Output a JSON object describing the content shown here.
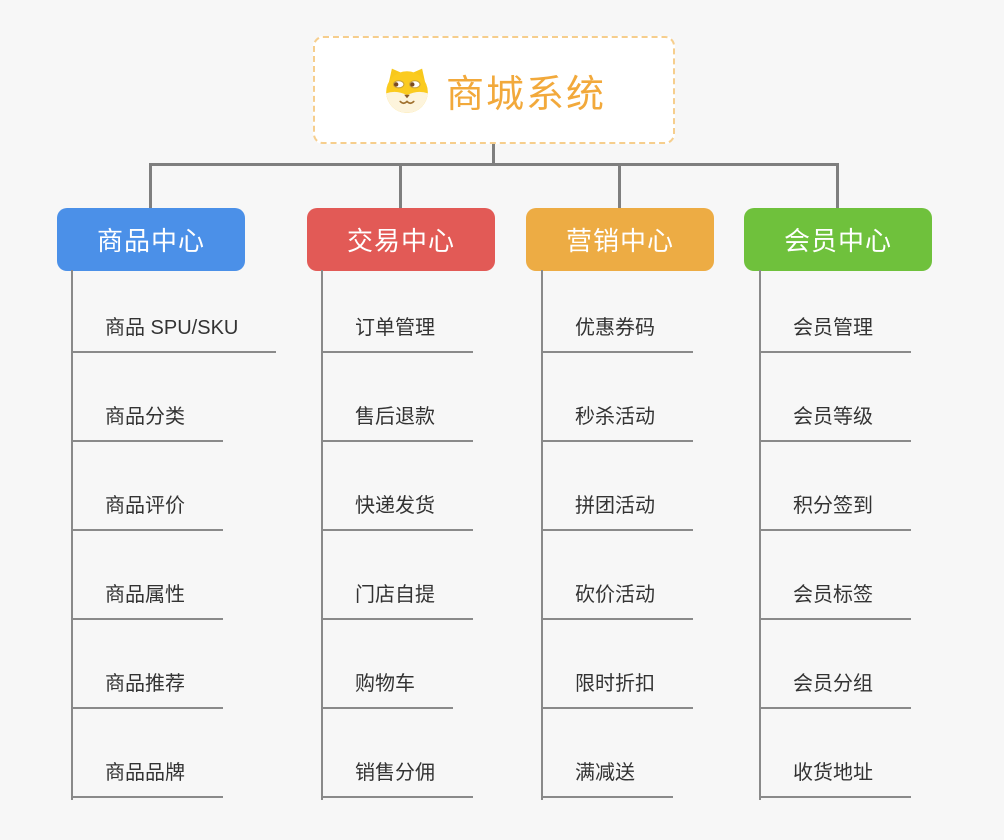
{
  "root": {
    "label": "商城系统",
    "icon": "dog-face-icon"
  },
  "colors": {
    "background": "#f7f7f7",
    "root_text": "#f2a93b",
    "root_border": "#f6ce8d",
    "connector": "#7f7f7f",
    "leaf_text": "#333333",
    "leaf_line": "#8a8a8a",
    "branch_product": "#4b90e8",
    "branch_trade": "#e25a56",
    "branch_marketing": "#edac44",
    "branch_member": "#6fc13c"
  },
  "branches": [
    {
      "label": "商品中心",
      "color": "#4b90e8",
      "children": [
        "商品 SPU/SKU",
        "商品分类",
        "商品评价",
        "商品属性",
        "商品推荐",
        "商品品牌"
      ]
    },
    {
      "label": "交易中心",
      "color": "#e25a56",
      "children": [
        "订单管理",
        "售后退款",
        "快递发货",
        "门店自提",
        "购物车",
        "销售分佣"
      ]
    },
    {
      "label": "营销中心",
      "color": "#edac44",
      "children": [
        "优惠券码",
        "秒杀活动",
        "拼团活动",
        "砍价活动",
        "限时折扣",
        "满减送"
      ]
    },
    {
      "label": "会员中心",
      "color": "#6fc13c",
      "children": [
        "会员管理",
        "会员等级",
        "积分签到",
        "会员标签",
        "会员分组",
        "收货地址"
      ]
    }
  ]
}
